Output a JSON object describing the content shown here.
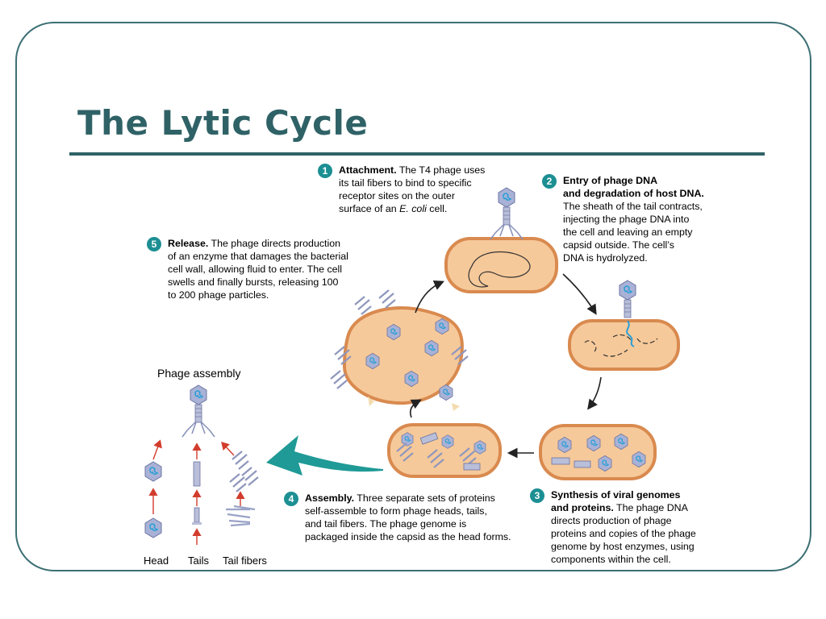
{
  "slide": {
    "title": "The Lytic Cycle"
  },
  "steps": {
    "s1": {
      "num": "1",
      "head": "Attachment.",
      "l1": " The T4 phage uses",
      "l2": "its tail fibers to bind to specific",
      "l3": "receptor sites on the outer",
      "l4a": "surface of an ",
      "l4i": "E. coli",
      "l4b": " cell."
    },
    "s2": {
      "num": "2",
      "h1": "Entry of phage DNA",
      "h2": "and degradation of host DNA.",
      "l1": "The sheath of the tail contracts,",
      "l2": "injecting the phage DNA into",
      "l3": "the cell and leaving an empty",
      "l4": "capsid outside. The cell’s",
      "l5": "DNA is hydrolyzed."
    },
    "s3": {
      "num": "3",
      "h1": "Synthesis of viral genomes",
      "h2": "and proteins.",
      "l2": " The phage DNA",
      "l3": "directs production of phage",
      "l4": "proteins and copies of the phage",
      "l5": "genome by host enzymes, using",
      "l6": "components within the cell."
    },
    "s4": {
      "num": "4",
      "head": "Assembly.",
      "l1": " Three separate sets of proteins",
      "l2": "self-assemble to form phage heads, tails,",
      "l3": "and tail fibers. The phage genome is",
      "l4": "packaged inside the capsid as the head forms."
    },
    "s5": {
      "num": "5",
      "head": "Release.",
      "l1": " The phage directs production",
      "l2": "of an enzyme that damages the bacterial",
      "l3": "cell wall, allowing fluid to enter. The cell",
      "l4": "swells and finally bursts, releasing 100",
      "l5": "to 200 phage particles."
    }
  },
  "assembly": {
    "title": "Phage assembly",
    "head": "Head",
    "tails": "Tails",
    "tail_fibers": "Tail fibers"
  },
  "colors": {
    "accent": "#2f6266",
    "badge": "#1c8f93",
    "cell_fill": "#f6c99a",
    "cell_wall": "#d98a4f",
    "phage": "#9aa3c7",
    "dna": "#2a9fd6",
    "big_arrow": "#1f9a96",
    "small_arrow": "#d23c2c"
  }
}
